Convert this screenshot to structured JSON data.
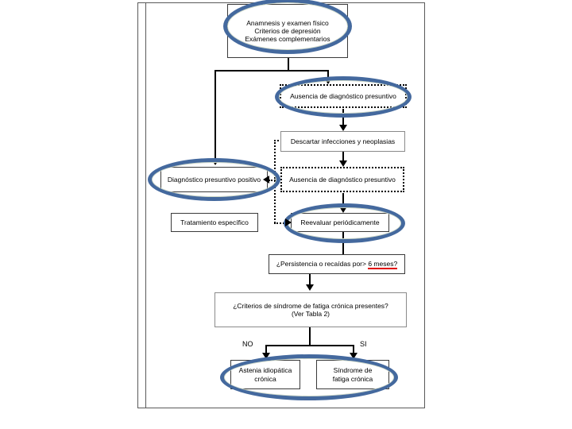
{
  "diagram": {
    "title_absent": true,
    "language": "es",
    "accent_color": "#44699e",
    "highlight_color": "#e00000",
    "nodes": [
      {
        "id": "anamnesis",
        "lines": [
          "Anamnesis y examen físico",
          "Criterios de depresión",
          "Exámenes complementarios"
        ],
        "shape": "box",
        "highlighted": true
      },
      {
        "id": "ausencia-1",
        "lines": [
          "Ausencia de diagnóstico presuntivo"
        ],
        "shape": "dotted-box",
        "highlighted": true
      },
      {
        "id": "descartar",
        "lines": [
          "Descartar infecciones y neoplasias"
        ],
        "shape": "box",
        "highlighted": false
      },
      {
        "id": "diagnostico-positivo",
        "lines": [
          "Diagnóstico presuntivo positivo"
        ],
        "shape": "box",
        "highlighted": true
      },
      {
        "id": "ausencia-2",
        "lines": [
          "Ausencia de diagnóstico presuntivo"
        ],
        "shape": "dotted-box",
        "highlighted": false
      },
      {
        "id": "tratamiento",
        "lines": [
          "Tratamiento específico"
        ],
        "shape": "box",
        "highlighted": false
      },
      {
        "id": "reevaluar",
        "lines": [
          "Reevaluar periódicamente"
        ],
        "shape": "box",
        "highlighted": true
      },
      {
        "id": "persistencia",
        "prefix": "¿Persistencia o recaídas por> ",
        "underlined": "6 meses?",
        "shape": "box",
        "highlighted": false
      },
      {
        "id": "criterios-sfc",
        "lines": [
          "¿Criterios de síndrome de fatiga crónica presentes?",
          "(Ver Tabla 2)"
        ],
        "shape": "box",
        "highlighted": false
      },
      {
        "id": "astenia",
        "lines": [
          "Astenia idiopática",
          "crónica"
        ],
        "shape": "box",
        "highlighted": true
      },
      {
        "id": "sfc",
        "lines": [
          "Síndrome de",
          "fatiga crónica"
        ],
        "shape": "box",
        "highlighted": true
      }
    ],
    "edge_labels": {
      "no": "NO",
      "si": "SI"
    }
  }
}
